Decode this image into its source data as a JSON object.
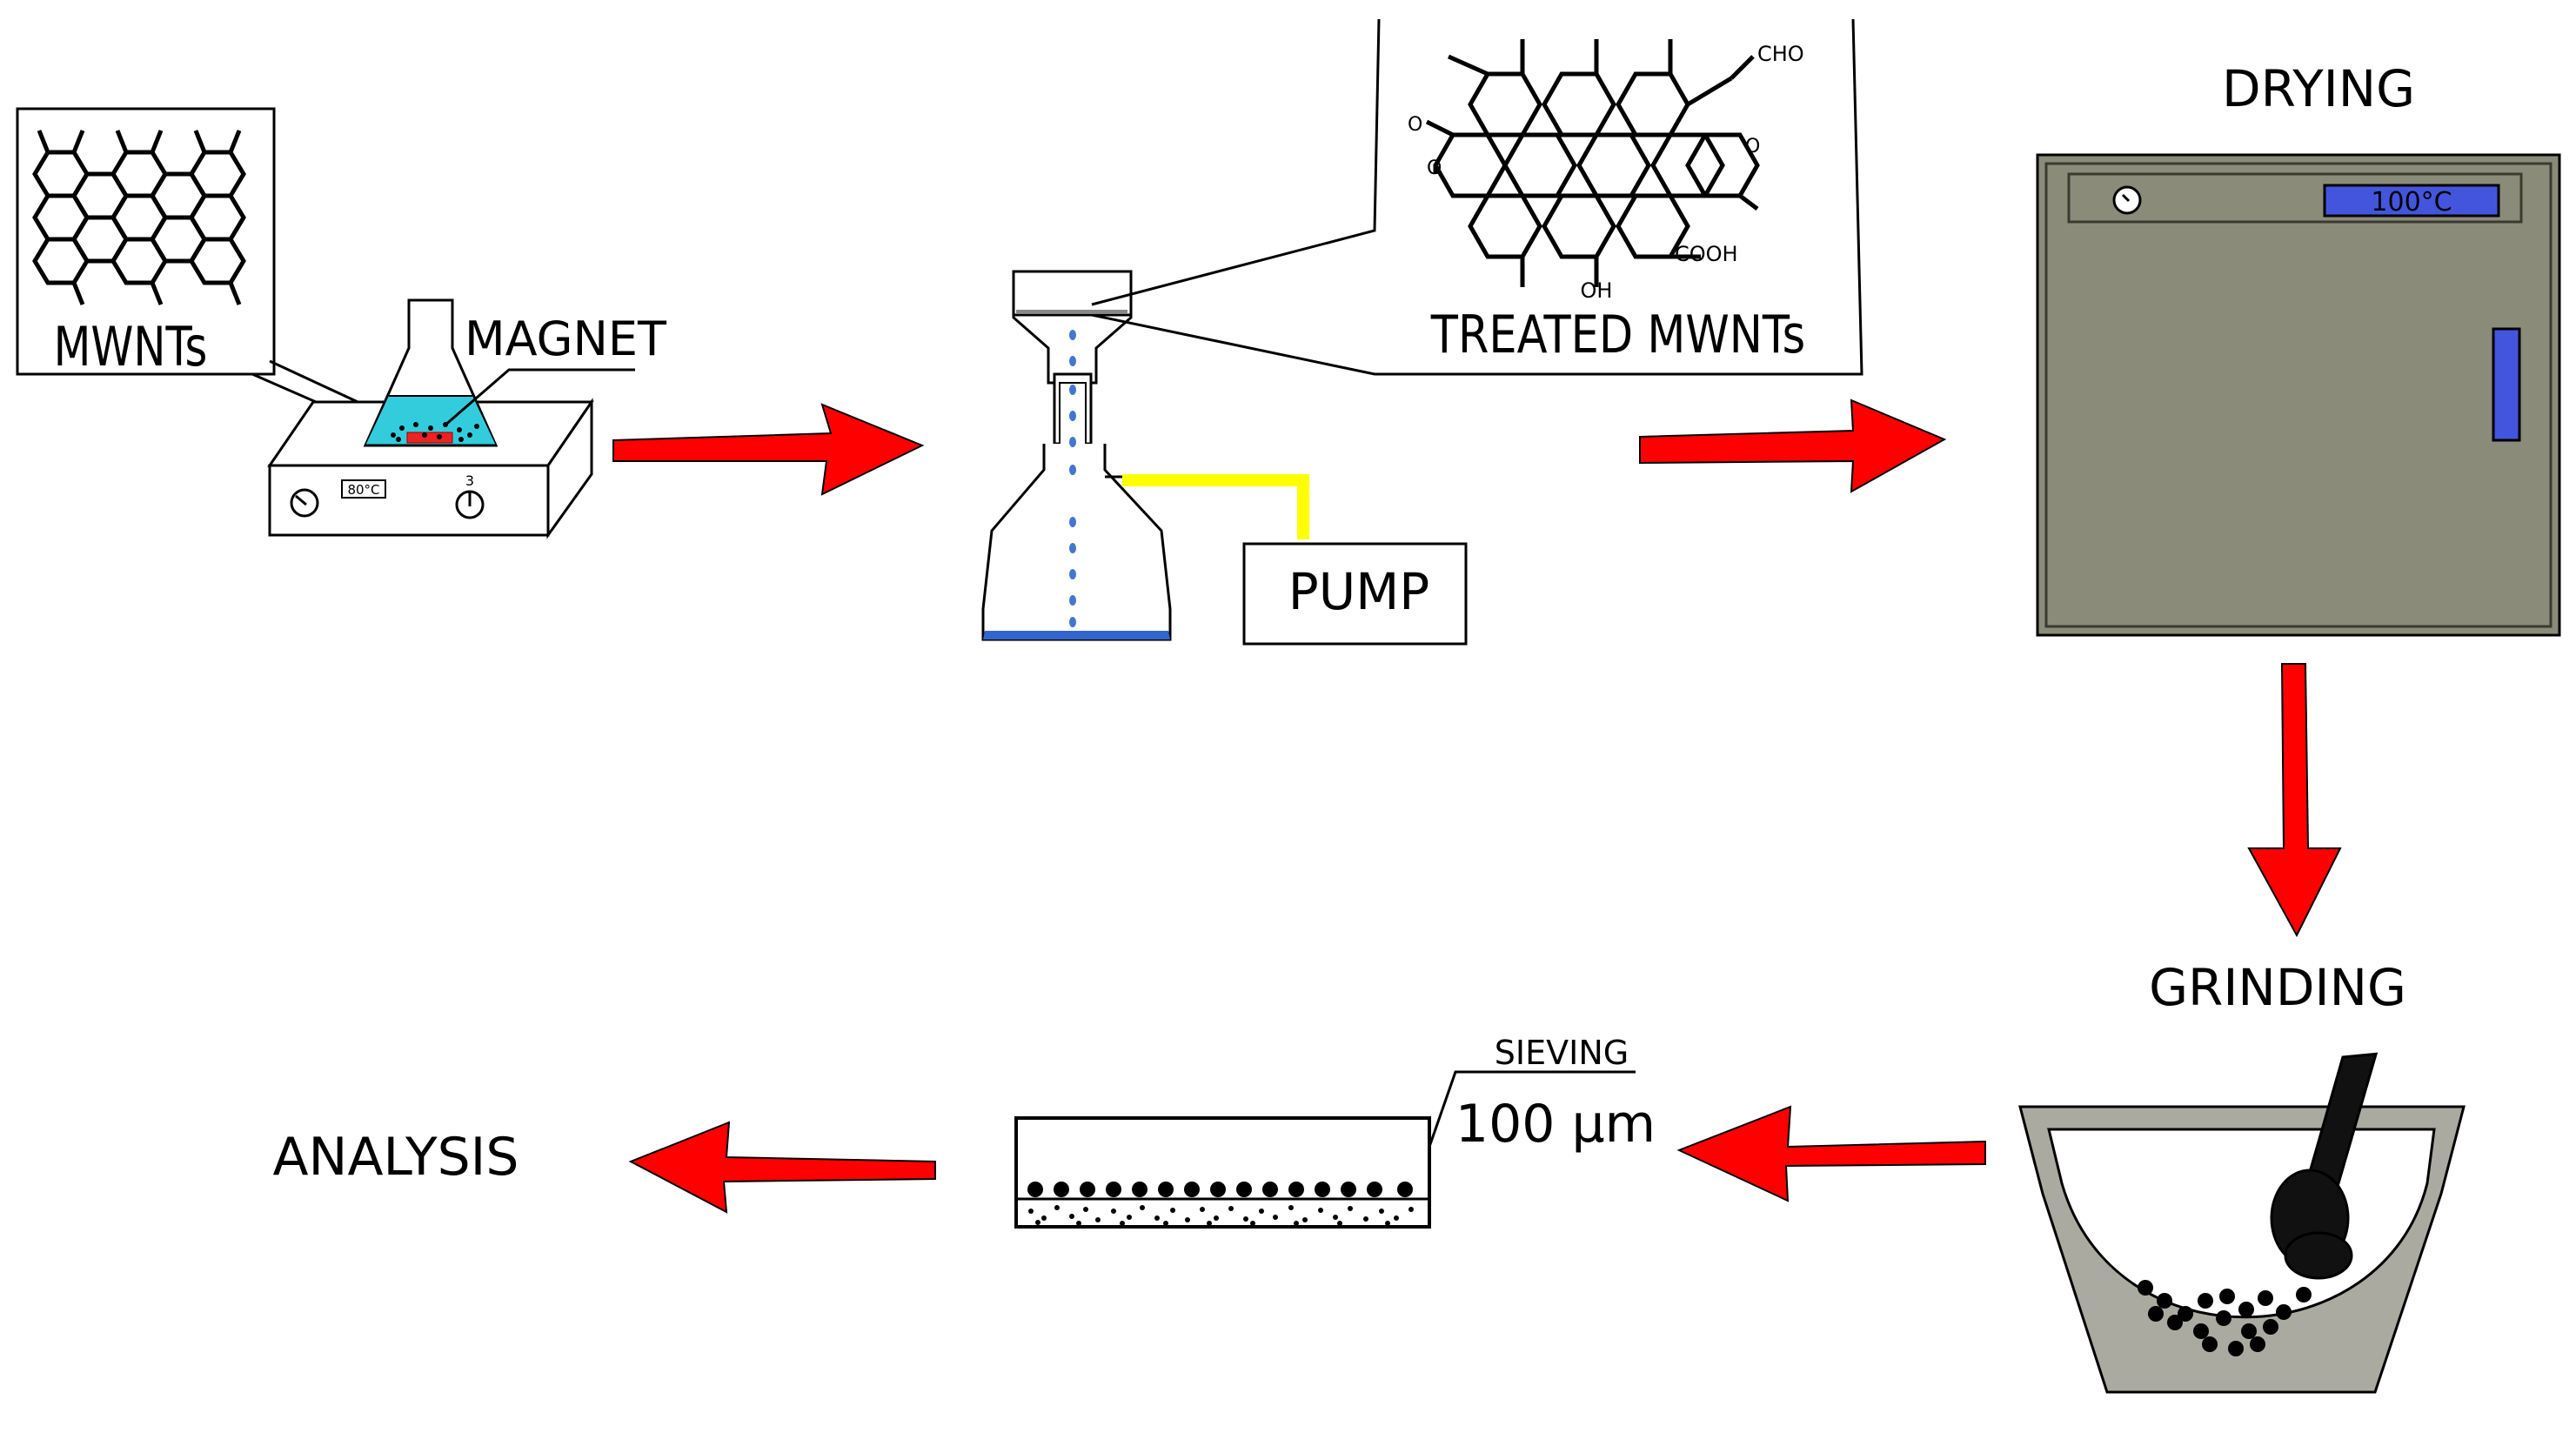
{
  "labels": {
    "mwnts": "MWNTs",
    "magnet": "MAGNET",
    "treated": "TREATED MWNTs",
    "pump": "PUMP",
    "drying": "DRYING",
    "grinding": "GRINDING",
    "sieving": "SIEVING",
    "mesh": "100 µm",
    "analysis": "ANALYSIS"
  },
  "stirrer": {
    "display": "80°C",
    "knob": "3"
  },
  "oven": {
    "display": "100°C"
  },
  "molecule": {
    "cho": "CHO",
    "cooh": "COOH",
    "oh": "OH",
    "o1": "O",
    "o2": "O",
    "o3": "O"
  },
  "colors": {
    "arrow": "#ff0000",
    "solution": "#33ccdd",
    "filtrate": "#3366cc",
    "drops": "#4477cc",
    "tube": "#ffff00",
    "oven_body": "#8b8b7a",
    "oven_display": "#4455dd",
    "mortar": "#aaaaa0"
  }
}
